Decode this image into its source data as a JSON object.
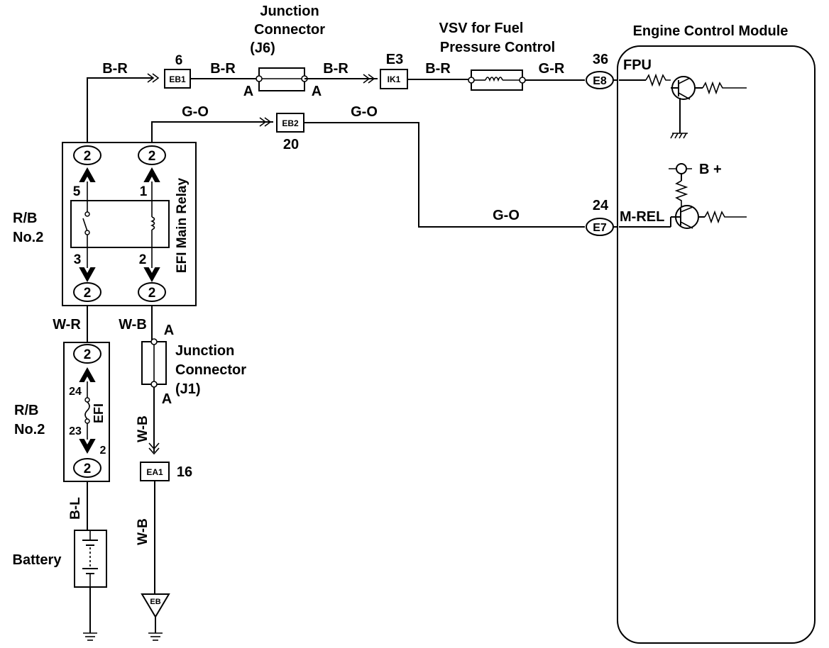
{
  "components": {
    "jc_j6": {
      "line1": "Junction",
      "line2": "Connector",
      "line3": "(J6)",
      "pin_left": "A",
      "pin_right": "A"
    },
    "vsv": {
      "line1": "VSV for Fuel",
      "line2": "Pressure Control"
    },
    "ecm": {
      "title": "Engine Control Module",
      "fpu": "FPU",
      "mrel": "M-REL",
      "bplus": "B +"
    },
    "relay_block": {
      "rb1": "R/B",
      "rb2": "No.2",
      "relay_name": "EFI Main Relay"
    },
    "fuse_block": {
      "rb1": "R/B",
      "rb2": "No.2",
      "fuse_name": "EFI"
    },
    "jc_j1": {
      "line1": "Junction",
      "line2": "Connector",
      "line3": "(J1)",
      "pin_top": "A",
      "pin_bottom": "A"
    },
    "battery": {
      "label": "Battery"
    },
    "ground": {
      "label": "EB"
    }
  },
  "connectors": {
    "eb1": {
      "id": "EB1",
      "pin": "6"
    },
    "ik1": {
      "id": "IK1",
      "pin": "E3"
    },
    "e8": {
      "id": "E8",
      "pin": "36"
    },
    "eb2": {
      "id": "EB2",
      "pin": "20"
    },
    "e7": {
      "id": "E7",
      "pin": "24"
    },
    "ea1": {
      "id": "EA1",
      "pin": "16"
    }
  },
  "relay_pins": {
    "p5": "5",
    "p1": "1",
    "p3": "3",
    "p2": "2"
  },
  "fuse_pins": {
    "p24": "24",
    "p23": "23",
    "p2": "2"
  },
  "block_terminal": "2",
  "wires": {
    "br1": "B-R",
    "br2": "B-R",
    "br3": "B-R",
    "br4": "B-R",
    "gr": "G-R",
    "go1": "G-O",
    "go2": "G-O",
    "go3": "G-O",
    "wr": "W-R",
    "wb1": "W-B",
    "wb2": "W-B",
    "wb3": "W-B",
    "bl": "B-L"
  }
}
